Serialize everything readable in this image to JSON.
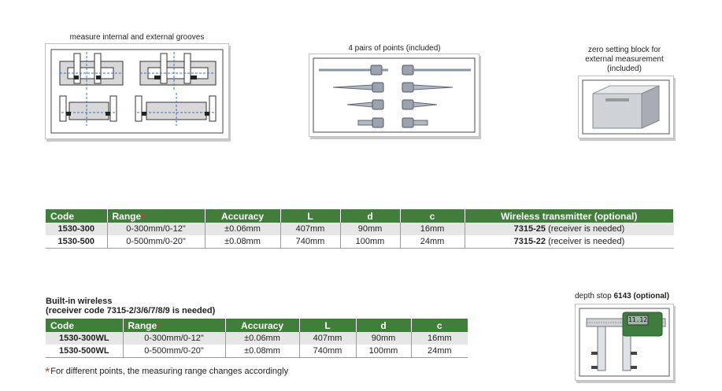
{
  "captions": {
    "grooves": "measure internal and external grooves",
    "points": "4 pairs of points (included)",
    "zero_block": [
      "zero setting block for",
      "external measurement",
      "(included)"
    ],
    "depth_stop_prefix": "depth stop ",
    "depth_stop_code": "6143",
    "depth_stop_suffix": " (optional)"
  },
  "lcd_value": "11.12",
  "table1": {
    "headers": [
      "Code",
      "Range",
      "Accuracy",
      "L",
      "d",
      "c",
      "Wireless transmitter (optional)"
    ],
    "rows": [
      {
        "code": "1530-300",
        "range": "0-300mm/0-12\"",
        "accuracy": "±0.06mm",
        "L": "407mm",
        "d": "90mm",
        "c": "16mm",
        "wt_code": "7315-25",
        "wt_note": " (receiver is needed)"
      },
      {
        "code": "1530-500",
        "range": "0-500mm/0-20\"",
        "accuracy": "±0.08mm",
        "L": "740mm",
        "d": "100mm",
        "c": "24mm",
        "wt_code": "7315-22",
        "wt_note": " (receiver is needed)"
      }
    ]
  },
  "wireless_title": [
    "Built-in wireless",
    "(receiver code 7315-2/3/6/7/8/9 is needed)"
  ],
  "table2": {
    "headers": [
      "Code",
      "Range",
      "Accuracy",
      "L",
      "d",
      "c"
    ],
    "rows": [
      {
        "code": "1530-300WL",
        "range": "0-300mm/0-12\"",
        "accuracy": "±0.06mm",
        "L": "407mm",
        "d": "90mm",
        "c": "16mm"
      },
      {
        "code": "1530-500WL",
        "range": "0-500mm/0-20\"",
        "accuracy": "±0.08mm",
        "L": "740mm",
        "d": "100mm",
        "c": "24mm"
      }
    ]
  },
  "star_mark": "*",
  "footnote": "For different points, the measuring range changes accordingly",
  "colors": {
    "header_green": "#3f7f3a",
    "star_red": "#e53030",
    "row_gray": "#e6e6e6"
  }
}
